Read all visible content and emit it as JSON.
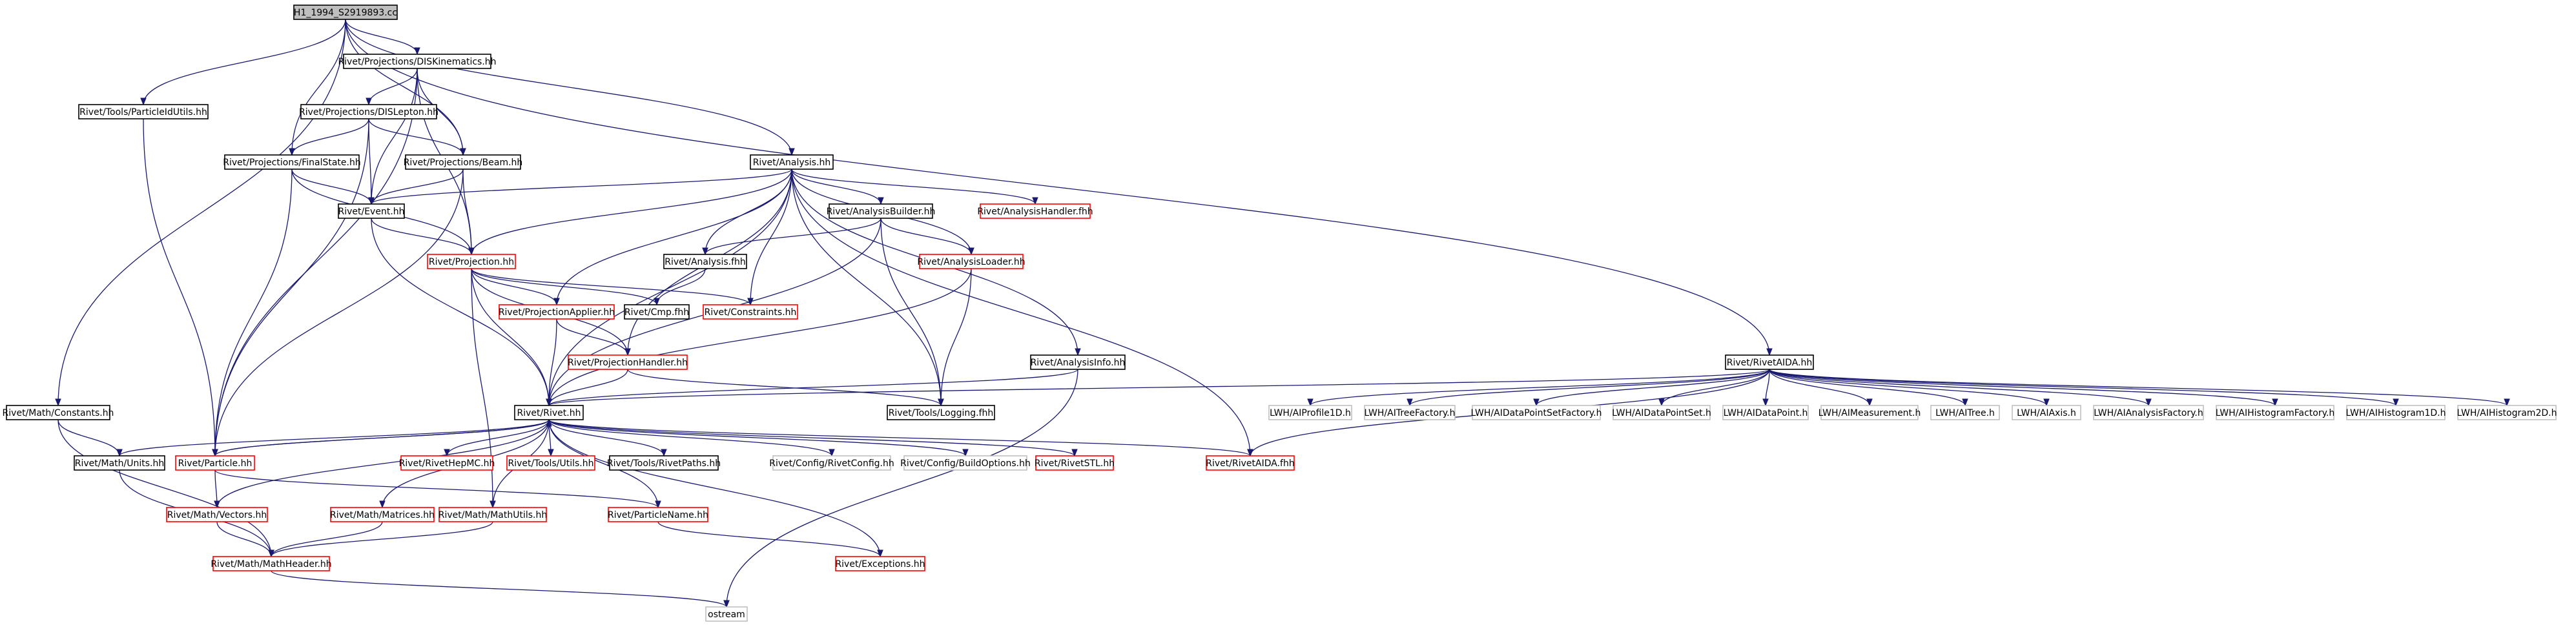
{
  "colors": {
    "edge": "#191970",
    "normal_border": "#000000",
    "missing_border": "#ff0000",
    "external_border": "#bfbfbf",
    "root_fill": "#bfbfbf",
    "fill": "#ffffff"
  },
  "nodes": [
    {
      "id": "root",
      "label": "H1_1994_S2919893.cc",
      "kind": "root"
    },
    {
      "id": "dis",
      "label": "Rivet/Projections/DISKinematics.hh",
      "kind": "normal"
    },
    {
      "id": "pidu",
      "label": "Rivet/Tools/ParticleIdUtils.hh",
      "kind": "normal"
    },
    {
      "id": "disl",
      "label": "Rivet/Projections/DISLepton.hh",
      "kind": "normal"
    },
    {
      "id": "fs",
      "label": "Rivet/Projections/FinalState.hh",
      "kind": "normal"
    },
    {
      "id": "beam",
      "label": "Rivet/Projections/Beam.hh",
      "kind": "normal"
    },
    {
      "id": "analysis",
      "label": "Rivet/Analysis.hh",
      "kind": "normal"
    },
    {
      "id": "event",
      "label": "Rivet/Event.hh",
      "kind": "normal"
    },
    {
      "id": "abuilder",
      "label": "Rivet/AnalysisBuilder.hh",
      "kind": "normal"
    },
    {
      "id": "ahandler",
      "label": "Rivet/AnalysisHandler.fhh",
      "kind": "missing"
    },
    {
      "id": "projection",
      "label": "Rivet/Projection.hh",
      "kind": "missing"
    },
    {
      "id": "afhh",
      "label": "Rivet/Analysis.fhh",
      "kind": "normal"
    },
    {
      "id": "aloader",
      "label": "Rivet/AnalysisLoader.hh",
      "kind": "missing"
    },
    {
      "id": "papplier",
      "label": "Rivet/ProjectionApplier.hh",
      "kind": "missing"
    },
    {
      "id": "cmp",
      "label": "Rivet/Cmp.fhh",
      "kind": "normal"
    },
    {
      "id": "constraints",
      "label": "Rivet/Constraints.hh",
      "kind": "missing"
    },
    {
      "id": "ainfo",
      "label": "Rivet/AnalysisInfo.hh",
      "kind": "normal"
    },
    {
      "id": "phandler",
      "label": "Rivet/ProjectionHandler.hh",
      "kind": "missing"
    },
    {
      "id": "raida",
      "label": "Rivet/RivetAIDA.hh",
      "kind": "normal"
    },
    {
      "id": "logging",
      "label": "Rivet/Tools/Logging.fhh",
      "kind": "normal"
    },
    {
      "id": "constants",
      "label": "Rivet/Math/Constants.hh",
      "kind": "normal"
    },
    {
      "id": "rivet",
      "label": "Rivet/Rivet.hh",
      "kind": "normal"
    },
    {
      "id": "units",
      "label": "Rivet/Math/Units.hh",
      "kind": "normal"
    },
    {
      "id": "particle",
      "label": "Rivet/Particle.hh",
      "kind": "missing"
    },
    {
      "id": "hepmc",
      "label": "Rivet/RivetHepMC.hh",
      "kind": "missing"
    },
    {
      "id": "tutils",
      "label": "Rivet/Tools/Utils.hh",
      "kind": "missing"
    },
    {
      "id": "rpaths",
      "label": "Rivet/Tools/RivetPaths.hh",
      "kind": "normal"
    },
    {
      "id": "rconfig",
      "label": "Rivet/Config/RivetConfig.hh",
      "kind": "external"
    },
    {
      "id": "bopts",
      "label": "Rivet/Config/BuildOptions.hh",
      "kind": "external"
    },
    {
      "id": "stl",
      "label": "Rivet/RivetSTL.hh",
      "kind": "missing"
    },
    {
      "id": "aidafhh",
      "label": "Rivet/RivetAIDA.fhh",
      "kind": "missing"
    },
    {
      "id": "profile1d",
      "label": "LWH/AIProfile1D.h",
      "kind": "external"
    },
    {
      "id": "treefact",
      "label": "LWH/AITreeFactory.h",
      "kind": "external"
    },
    {
      "id": "dpsfact",
      "label": "LWH/AIDataPointSetFactory.h",
      "kind": "external"
    },
    {
      "id": "dps",
      "label": "LWH/AIDataPointSet.h",
      "kind": "external"
    },
    {
      "id": "dp",
      "label": "LWH/AIDataPoint.h",
      "kind": "external"
    },
    {
      "id": "meas",
      "label": "LWH/AIMeasurement.h",
      "kind": "external"
    },
    {
      "id": "tree",
      "label": "LWH/AITree.h",
      "kind": "external"
    },
    {
      "id": "axis",
      "label": "LWH/AIAxis.h",
      "kind": "external"
    },
    {
      "id": "afact",
      "label": "LWH/AIAnalysisFactory.h",
      "kind": "external"
    },
    {
      "id": "hfact",
      "label": "LWH/AIHistogramFactory.h",
      "kind": "external"
    },
    {
      "id": "h1d",
      "label": "LWH/AIHistogram1D.h",
      "kind": "external"
    },
    {
      "id": "h2d",
      "label": "LWH/AIHistogram2D.h",
      "kind": "external"
    },
    {
      "id": "vectors",
      "label": "Rivet/Math/Vectors.hh",
      "kind": "missing"
    },
    {
      "id": "matrices",
      "label": "Rivet/Math/Matrices.hh",
      "kind": "missing"
    },
    {
      "id": "mathutils",
      "label": "Rivet/Math/MathUtils.hh",
      "kind": "missing"
    },
    {
      "id": "pname",
      "label": "Rivet/ParticleName.hh",
      "kind": "missing"
    },
    {
      "id": "mheader",
      "label": "Rivet/Math/MathHeader.hh",
      "kind": "missing"
    },
    {
      "id": "exceptions",
      "label": "Rivet/Exceptions.hh",
      "kind": "missing"
    },
    {
      "id": "ostream",
      "label": "ostream",
      "kind": "external"
    }
  ],
  "edges": [
    [
      "root",
      "dis"
    ],
    [
      "root",
      "pidu"
    ],
    [
      "root",
      "fs"
    ],
    [
      "root",
      "analysis"
    ],
    [
      "root",
      "raida"
    ],
    [
      "root",
      "constants"
    ],
    [
      "root",
      "beam"
    ],
    [
      "dis",
      "disl"
    ],
    [
      "dis",
      "beam"
    ],
    [
      "dis",
      "event"
    ],
    [
      "dis",
      "projection"
    ],
    [
      "dis",
      "particle"
    ],
    [
      "disl",
      "fs"
    ],
    [
      "disl",
      "beam"
    ],
    [
      "disl",
      "event"
    ],
    [
      "disl",
      "particle"
    ],
    [
      "fs",
      "event"
    ],
    [
      "fs",
      "projection"
    ],
    [
      "fs",
      "particle"
    ],
    [
      "beam",
      "event"
    ],
    [
      "beam",
      "projection"
    ],
    [
      "beam",
      "particle"
    ],
    [
      "pidu",
      "particle"
    ],
    [
      "analysis",
      "event"
    ],
    [
      "analysis",
      "projection"
    ],
    [
      "analysis",
      "abuilder"
    ],
    [
      "analysis",
      "ahandler"
    ],
    [
      "analysis",
      "afhh"
    ],
    [
      "analysis",
      "aloader"
    ],
    [
      "analysis",
      "papplier"
    ],
    [
      "analysis",
      "constraints"
    ],
    [
      "analysis",
      "ainfo"
    ],
    [
      "analysis",
      "phandler"
    ],
    [
      "analysis",
      "logging"
    ],
    [
      "analysis",
      "rivet"
    ],
    [
      "analysis",
      "aidafhh"
    ],
    [
      "event",
      "projection"
    ],
    [
      "event",
      "rivet"
    ],
    [
      "projection",
      "papplier"
    ],
    [
      "projection",
      "cmp"
    ],
    [
      "projection",
      "constraints"
    ],
    [
      "projection",
      "phandler"
    ],
    [
      "projection",
      "rivet"
    ],
    [
      "projection",
      "mathutils"
    ],
    [
      "abuilder",
      "afhh"
    ],
    [
      "abuilder",
      "aloader"
    ],
    [
      "abuilder",
      "logging"
    ],
    [
      "abuilder",
      "rivet"
    ],
    [
      "afhh",
      "cmp"
    ],
    [
      "aloader",
      "logging"
    ],
    [
      "aloader",
      "rivet"
    ],
    [
      "papplier",
      "phandler"
    ],
    [
      "papplier",
      "rivet"
    ],
    [
      "phandler",
      "rivet"
    ],
    [
      "phandler",
      "logging"
    ],
    [
      "ainfo",
      "rivet"
    ],
    [
      "ainfo",
      "ostream"
    ],
    [
      "raida",
      "rivet"
    ],
    [
      "raida",
      "aidafhh"
    ],
    [
      "raida",
      "profile1d"
    ],
    [
      "raida",
      "treefact"
    ],
    [
      "raida",
      "dpsfact"
    ],
    [
      "raida",
      "dps"
    ],
    [
      "raida",
      "dp"
    ],
    [
      "raida",
      "meas"
    ],
    [
      "raida",
      "tree"
    ],
    [
      "raida",
      "axis"
    ],
    [
      "raida",
      "afact"
    ],
    [
      "raida",
      "hfact"
    ],
    [
      "raida",
      "h1d"
    ],
    [
      "raida",
      "h2d"
    ],
    [
      "constants",
      "units"
    ],
    [
      "constants",
      "mheader"
    ],
    [
      "rivet",
      "units"
    ],
    [
      "rivet",
      "particle"
    ],
    [
      "rivet",
      "hepmc"
    ],
    [
      "rivet",
      "tutils"
    ],
    [
      "rivet",
      "rpaths"
    ],
    [
      "rivet",
      "rconfig"
    ],
    [
      "rivet",
      "bopts"
    ],
    [
      "rivet",
      "stl"
    ],
    [
      "rivet",
      "aidafhh"
    ],
    [
      "rivet",
      "vectors"
    ],
    [
      "rivet",
      "matrices"
    ],
    [
      "rivet",
      "mathutils"
    ],
    [
      "rivet",
      "pname"
    ],
    [
      "rivet",
      "exceptions"
    ],
    [
      "units",
      "mheader"
    ],
    [
      "particle",
      "rivet"
    ],
    [
      "particle",
      "vectors"
    ],
    [
      "particle",
      "pname"
    ],
    [
      "vectors",
      "mheader"
    ],
    [
      "matrices",
      "mheader"
    ],
    [
      "mathutils",
      "mheader"
    ],
    [
      "pname",
      "exceptions"
    ],
    [
      "mheader",
      "ostream"
    ]
  ]
}
